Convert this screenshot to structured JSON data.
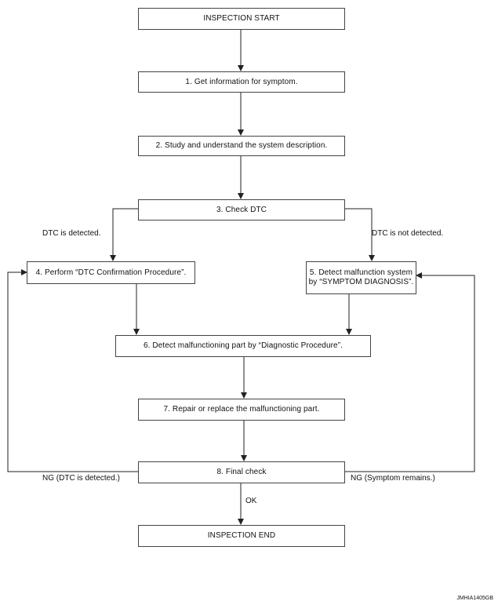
{
  "nodes": {
    "start": "INSPECTION START",
    "step1": "1. Get information for symptom.",
    "step2": "2. Study and understand the system description.",
    "step3": "3. Check DTC",
    "step4": "4. Perform “DTC Confirmation Procedure”.",
    "step5_line1": "5. Detect malfunction system",
    "step5_line2": "by “SYMPTOM DIAGNOSIS”.",
    "step6": "6. Detect malfunctioning part by “Diagnostic Procedure”.",
    "step7": "7. Repair or replace the malfunctioning part.",
    "step8": "8. Final check",
    "end": "INSPECTION END"
  },
  "edge_labels": {
    "dtc_detected": "DTC is detected.",
    "dtc_not_detected": "DTC is not detected.",
    "ng_dtc": "NG (DTC is detected.)",
    "ng_symptom": "NG (Symptom remains.)",
    "ok": "OK"
  },
  "figure_code": "JMHIA1405GB"
}
